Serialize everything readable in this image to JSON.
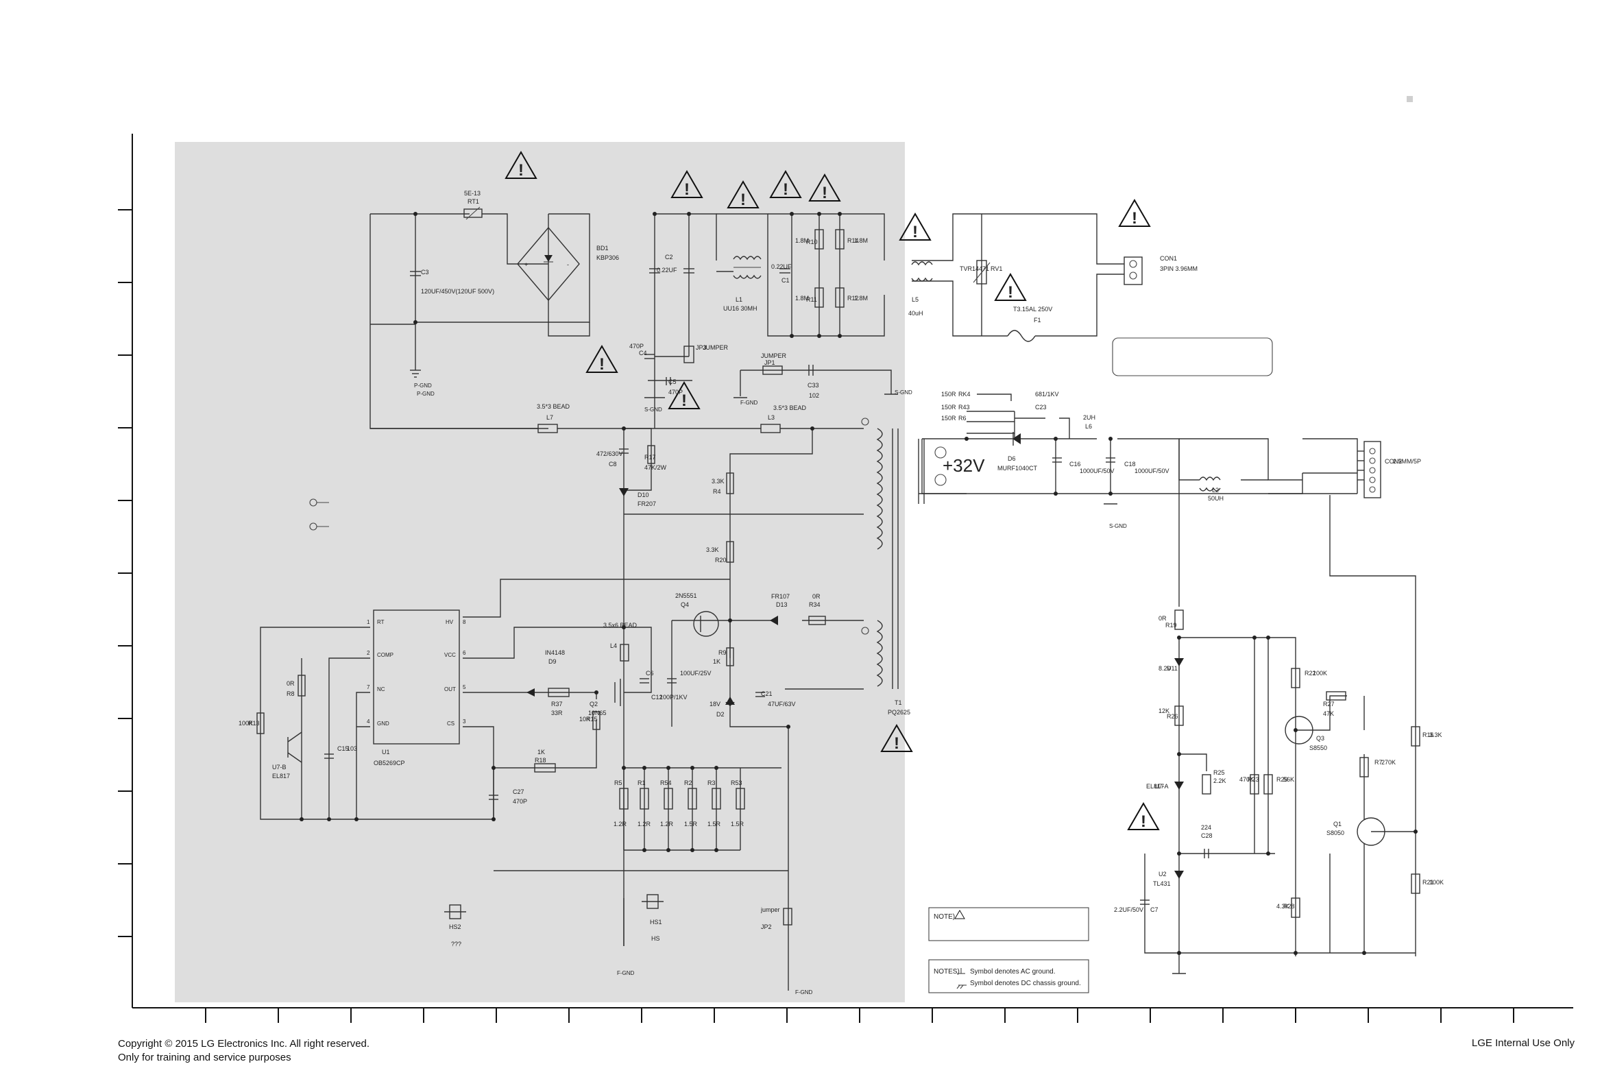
{
  "footer": {
    "copyright_line1": "Copyright © 2015 LG Electronics Inc. All right reserved.",
    "copyright_line2": "Only for training and service purposes",
    "internal": "LGE Internal Use Only"
  },
  "warnings": {
    "icon": "warning-triangle-icon",
    "symbol": "!"
  },
  "ic": {
    "name": "U1",
    "part": "OB5269CP",
    "pins_left": [
      "RT",
      "COMP",
      "NC",
      "GND"
    ],
    "pins_left_num": [
      "1",
      "2",
      "7",
      "4"
    ],
    "pins_right": [
      "HV",
      "VCC",
      "OUT",
      "CS"
    ],
    "pins_right_num": [
      "8",
      "6",
      "5",
      "3"
    ]
  },
  "labels": {
    "rt1": "RT1",
    "rt1_val": "5E-13",
    "c3": "C3",
    "c3_val": "120UF/450V(120UF 500V)",
    "bd1": "BD1",
    "bd1_val": "KBP306",
    "c2": "C2",
    "c2_val": "0.22UF",
    "l1": "L1",
    "l1_val": "UU16 30MH",
    "c1": "C1",
    "c1_val": "0.22UF",
    "r10": "R10",
    "r10_val": "1.8M",
    "r11": "R11",
    "r11_val": "1.8M",
    "r14": "R14",
    "r14_val": "1.8M",
    "r12": "R12",
    "r12_val": "1.8M",
    "l5": "L5",
    "l5_val": "40uH",
    "rv1": "RV1",
    "rv1_val": "TVR14471",
    "f1": "F1",
    "f1_val": "T3.15AL 250V",
    "con1": "CON1",
    "con1_val": "3PIN 3.96MM",
    "pgnd": "P-GND",
    "sgnd": "S-GND",
    "fgnd": "F-GND",
    "c4_val": "470P",
    "c4": "C4",
    "jp3": "JP3",
    "jp3_val": "JUMPER",
    "c5": "C5",
    "c5_val": "470P",
    "jp1": "JP1",
    "jp1_val": "JUMPER",
    "c33": "C33",
    "c33_val": "102",
    "l7": "L7",
    "l7_val": "3.5*3 BEAD",
    "l3": "L3",
    "l3_val": "3.5*3 BEAD",
    "c8_val": "472/630V",
    "c8": "C8",
    "r17": "R17",
    "r17_val": "47K/2W",
    "d10": "D10",
    "d10_val": "FR207",
    "r4": "R4",
    "r4_val": "3.3K",
    "r20": "R20",
    "r20_val": "3.3K",
    "q4_val": "2N5551",
    "q4": "Q4",
    "d13_val": "FR107",
    "d13": "D13",
    "r34_val": "0R",
    "r34": "R34",
    "l4": "L4",
    "l4_val": "3.5x6 BEAD",
    "d9": "D9",
    "d9_val": "IN4148",
    "r37": "R37",
    "r37_val": "33R",
    "q2": "Q2",
    "q2_val": "10N65",
    "r15": "R15",
    "r15_val": "10K",
    "c6": "C6",
    "c6_val": "100UF/25V",
    "c12": "C12",
    "c12_val": "100P/1KV",
    "r9": "R9",
    "r9_val": "1K",
    "d2": "D2",
    "d2_val": "18V",
    "c21": "C21",
    "c21_val": "47UF/63V",
    "t1": "T1",
    "t1_val": "PQ2625",
    "r8": "R8",
    "r8_val": "0R",
    "r13": "R13",
    "r13_val": "100K",
    "u7": "U7-B",
    "u7_val": "EL817",
    "c15": "C15",
    "c15_val": "103",
    "r18_val": "1K",
    "r18": "R18",
    "c27": "C27",
    "c27_val": "470P",
    "r5": "R5",
    "r1": "R1",
    "r54": "R54",
    "r2": "R2",
    "r3": "R3",
    "r53": "R53",
    "rsense": "1.5R",
    "rsense_alt": "1.2R",
    "hs1": "HS1",
    "hs": "HS",
    "hs2": "HS2",
    "qqq": "???",
    "jp2": "JP2",
    "jp2_val": "jumper",
    "rk4": "RK4",
    "r43": "R43",
    "r6": "R6",
    "r150": "150R",
    "c23": "C23",
    "c23_val": "681/1KV",
    "l6": "L6",
    "l6_val": "2UH",
    "v32": "+32V",
    "d6": "D6",
    "d6_val": "MURF1040CT",
    "c16": "C16",
    "c16_val": "1000UF/50V",
    "c18": "C18",
    "c18_val": "1000UF/50V",
    "l2": "L2",
    "l2_val": "50UH",
    "con2": "CON2",
    "con2_val": "2.5MM/5P",
    "r19": "R19",
    "r19_val": "0R",
    "d11": "D11",
    "d11_val": "8.2V",
    "r26": "R26",
    "r26_val": "12K",
    "r25": "R25",
    "r25_val": "2.2K",
    "u7a": "U7-A",
    "u7a_val": "EL817",
    "r23": "R23",
    "r23_val": "470K",
    "r29": "R29",
    "r29_val": "56K",
    "r22": "R22",
    "r22_val": "100K",
    "r27": "R27",
    "r27_val": "47K",
    "q3": "Q3",
    "q3_val": "S8550",
    "r7": "R7",
    "r7_val": "270K",
    "r16": "R16",
    "r16_val": "3.3K",
    "q1": "Q1",
    "q1_val": "S8050",
    "c28": "C28",
    "c28_val": "224",
    "u2": "U2",
    "u2_val": "TL431",
    "c7": "C7",
    "c7_val": "2.2UF/50V",
    "r28": "R28",
    "r28_val": "4.3K",
    "r21": "R21",
    "r21_val": "100K"
  },
  "notes": {
    "note1_prefix": "NOTE)",
    "note2_prefix": "NOTES)",
    "ac_ground": "Symbol denotes AC ground.",
    "dc_ground": "Symbol denotes DC chassis ground."
  },
  "colors": {
    "primary_shade": "#dedede",
    "ink": "#222222"
  }
}
